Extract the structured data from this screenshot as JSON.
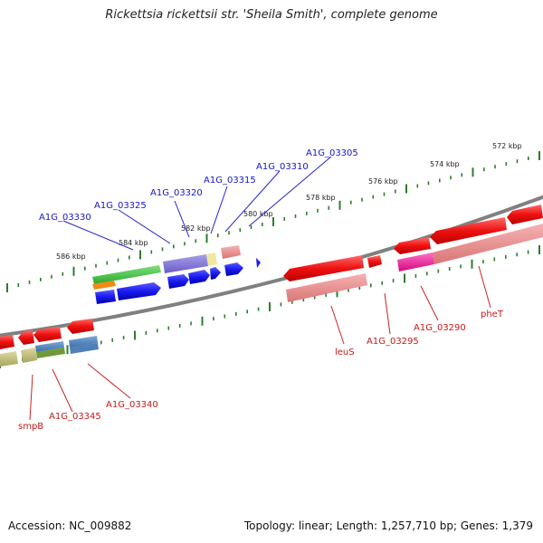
{
  "header": {
    "title": "Rickettsia rickettsii str. 'Sheila Smith', complete genome"
  },
  "footer": {
    "accession": "Accession: NC_009882",
    "topology": "Topology: linear; Length: 1,257,710 bp; Genes: 1,379"
  },
  "map": {
    "ticks": [
      "572 kbp",
      "574 kbp",
      "576 kbp",
      "578 kbp",
      "580 kbp",
      "582 kbp",
      "584 kbp",
      "586 kbp"
    ],
    "blue_labels": [
      "A1G_03305",
      "A1G_03310",
      "A1G_03315",
      "A1G_03320",
      "A1G_03325",
      "A1G_03330"
    ],
    "red_labels": [
      "pheT",
      "A1G_03290",
      "A1G_03295",
      "leuS",
      "A1G_03340",
      "A1G_03345",
      "smpB"
    ]
  },
  "colors": {
    "backbone": "#808080",
    "tick_mark": "#2d7d2d",
    "forward_cds": "#1a1aee",
    "reverse_cds": "#ee1111",
    "blue_label": "#1515c8",
    "red_label": "#c81818"
  }
}
